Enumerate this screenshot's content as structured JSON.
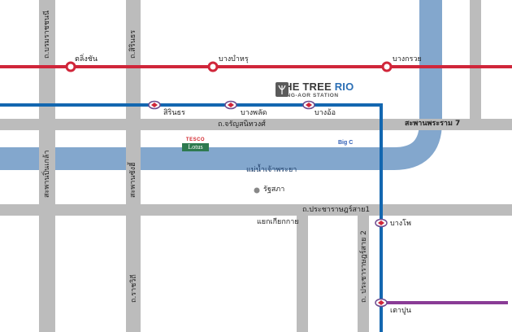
{
  "project": {
    "name_main": "THE TREE ",
    "name_accent": "RIO",
    "subtitle": "BANG-AOR STATION"
  },
  "roads": {
    "borommaratchachonnani": "ถ.บรมราชชนนี",
    "sirindhorn": "ถ.สิรินธร",
    "charansanitwong": "ถ.จรัญสนิทวงศ์",
    "pracharat_sai_1": "ถ.ประชาราษฎร์สาย1",
    "pracharat_sai_2": "ถ. ประชาราษฎร์สาย 2",
    "ratchawithi": "ถ.ราชวิถี"
  },
  "bridges": {
    "rama7": "สะพานพระราม 7",
    "pin_klao": "สะพานปิ่นเกล้า",
    "krung_thon": "สะพานซังฮี้"
  },
  "river": {
    "name": "แม่น้ำเจ้าพระยา"
  },
  "red_line_stations": [
    "ตลิ่งชัน",
    "บางบำหรุ",
    "บางกรวย"
  ],
  "blue_line_stations": [
    "สิรินธร",
    "บางพลัด",
    "บางอ้อ",
    "บางโพ",
    "เตาปูน"
  ],
  "places": {
    "parliament": "รัฐสภา",
    "intersection": "แยกเกียกกาย",
    "tesco_top": "TESCO",
    "tesco_bottom": "Lotus",
    "bigc": "Big C"
  },
  "colors": {
    "road": "#bcbcbc",
    "river": "#83a7cd",
    "red_line": "#d0263a",
    "blue_line": "#1367b0",
    "purple_line": "#8a3c96",
    "interchange": "#6b4a8f"
  }
}
